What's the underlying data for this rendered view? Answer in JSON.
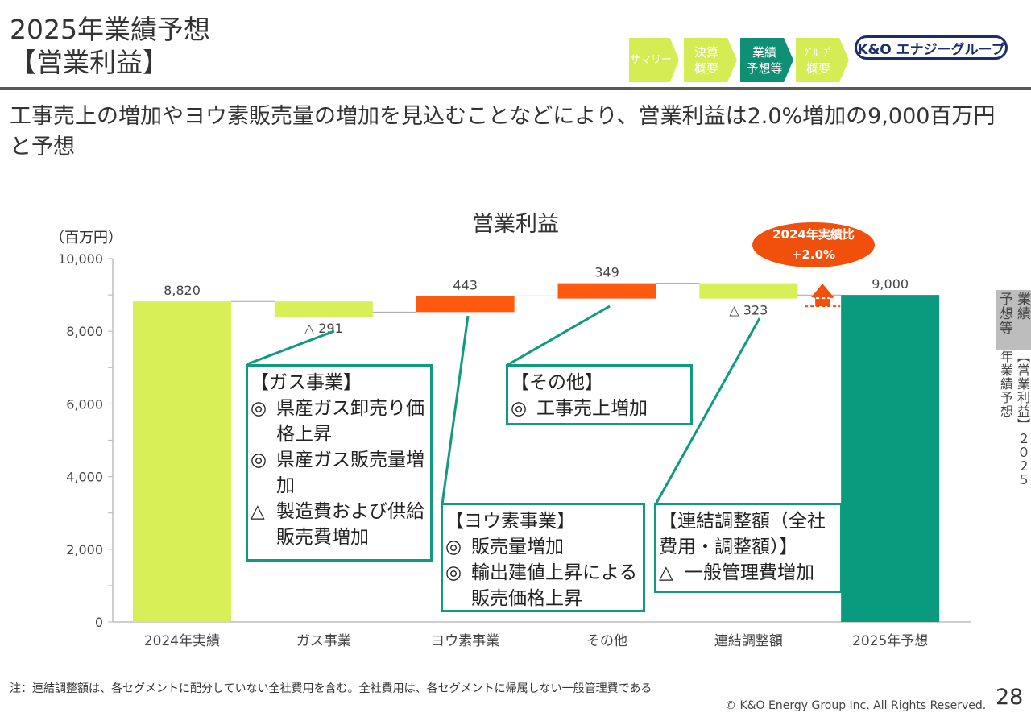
{
  "page": {
    "title": "2025年業績予想\n【営業利益】",
    "headline": "工事売上の増加やヨウ素販売量の増加を見込むことなどにより、営業利益は2.0%増加の9,000百万円と予想",
    "footnote": "注：連結調整額は、各セグメントに配分していない全社費用を含む。全社費用は、各セグメントに帰属しない一般管理費である",
    "copyright": "© K&O Energy Group Inc. All Rights Reserved.",
    "page_number": "28",
    "logo_text": "K&O エナジーグループ",
    "side_tab": {
      "line1": "業績",
      "line2": "予想等",
      "sub": "【営業利益】２０２５年業績予想"
    }
  },
  "nav": [
    {
      "label": "サマリー",
      "active": false,
      "color": "#d6ec54"
    },
    {
      "label": "決算概要",
      "active": false,
      "color": "#d6ec54"
    },
    {
      "label": "業績予想等",
      "active": true,
      "color": "#0f8f74"
    },
    {
      "label": "グループ概要",
      "active": false,
      "color": "#d6ec54"
    }
  ],
  "nav_display": {
    "summary": "サマリー",
    "kessan_1": "決算",
    "kessan_2": "概要",
    "yoso_1": "業績",
    "yoso_2": "予想等",
    "group_1": "ｸﾞﾙｰﾌﾟ",
    "group_2": "概要"
  },
  "chart_data": {
    "type": "bar",
    "subtype": "waterfall",
    "title": "営業利益",
    "unit_label": "（百万円）",
    "categories": [
      "2024年実績",
      "ガス事業",
      "ヨウ素事業",
      "その他",
      "連結調整額",
      "2025年予想"
    ],
    "values": [
      8820,
      -291,
      443,
      349,
      -323,
      9000
    ],
    "value_labels": [
      "8,820",
      "△ 291",
      "443",
      "349",
      "△ 323",
      "9,000"
    ],
    "kinds": [
      "total",
      "delta",
      "delta",
      "delta",
      "delta",
      "total"
    ],
    "ylim": [
      0,
      10000
    ],
    "yticks": [
      0,
      2000,
      4000,
      6000,
      8000,
      10000
    ],
    "ytick_labels": [
      "0",
      "2,000",
      "4,000",
      "6,000",
      "8,000",
      "10,000"
    ],
    "grid": false,
    "colors": {
      "start_total": "#d9ef57",
      "decrease": "#d9ef57",
      "increase": "#ff5a0f",
      "end_total": "#0a9a7d",
      "badge": "#f0500c",
      "callout_border": "#0f9b7e"
    },
    "badge": {
      "line1": "2024年実績比",
      "line2": "+2.0%"
    }
  },
  "callouts": {
    "gas": {
      "heading": "【ガス事業】",
      "items": [
        {
          "sym": "◎",
          "text": "県産ガス卸売り価格上昇"
        },
        {
          "sym": "◎",
          "text": "県産ガス販売量増加"
        },
        {
          "sym": "△",
          "text": "製造費および供給販売費増加"
        }
      ]
    },
    "other": {
      "heading": "【その他】",
      "items": [
        {
          "sym": "◎",
          "text": "工事売上増加"
        }
      ]
    },
    "iodine": {
      "heading": "【ヨウ素事業】",
      "items": [
        {
          "sym": "◎",
          "text": "販売量増加"
        },
        {
          "sym": "◎",
          "text": "輸出建値上昇による販売価格上昇"
        }
      ]
    },
    "adjust": {
      "heading": "【連結調整額（全社費用・調整額）】",
      "items": [
        {
          "sym": "△",
          "text": "一般管理費増加"
        }
      ]
    }
  }
}
